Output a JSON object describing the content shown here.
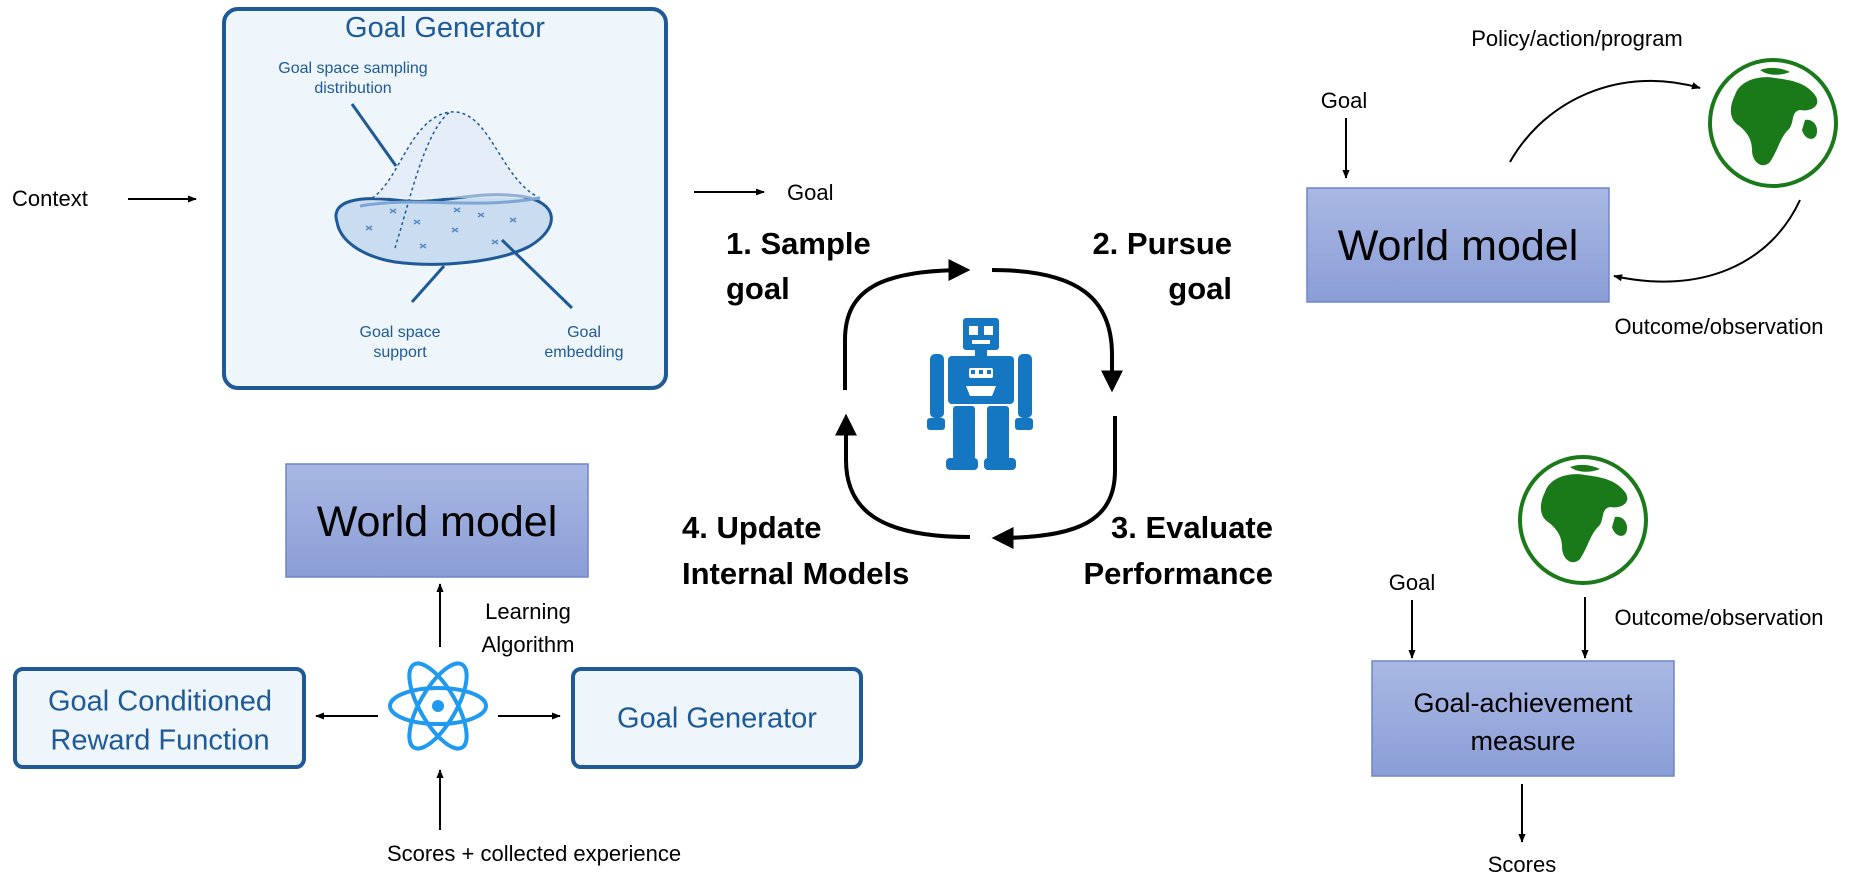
{
  "colors": {
    "dark_blue": "#1f5a96",
    "panel_fill": "#eef5fb",
    "world_model_fill": "#96a9dc",
    "robot_blue": "#1577c2",
    "atom_blue": "#1f9af0",
    "earth_green": "#1a7a1a"
  },
  "top_left": {
    "context_label": "Context",
    "panel_title": "Goal Generator",
    "sampling_distribution": "Goal space sampling distribution",
    "sampling_distribution_line1": "Goal space sampling",
    "sampling_distribution_line2": "distribution",
    "support_line1": "Goal space",
    "support_line2": "support",
    "embedding_line1": "Goal",
    "embedding_line2": "embedding",
    "goal_output_label": "Goal"
  },
  "cycle": {
    "icon": "robot-icon",
    "step1_line1": "1. Sample",
    "step1_line2": "goal",
    "step2_line1": "2. Pursue",
    "step2_line2": "goal",
    "step3_line1": "3. Evaluate",
    "step3_line2": "Performance",
    "step4_line1": "4. Update",
    "step4_line2": "Internal Models"
  },
  "top_right": {
    "policy_label": "Policy/action/program",
    "goal_label": "Goal",
    "world_model_label": "World model",
    "outcome_label": "Outcome/observation",
    "icon": "earth-icon"
  },
  "bottom_left": {
    "world_model_label": "World model",
    "learning_line1": "Learning",
    "learning_line2": "Algorithm",
    "reward_line1": "Goal Conditioned",
    "reward_line2": "Reward Function",
    "goal_generator_label": "Goal Generator",
    "scores_label": "Scores + collected experience",
    "icon": "atom-icon"
  },
  "bottom_right": {
    "goal_label": "Goal",
    "outcome_label": "Outcome/observation",
    "measure_line1": "Goal-achievement",
    "measure_line2": "measure",
    "scores_label": "Scores",
    "icon": "earth-icon"
  }
}
